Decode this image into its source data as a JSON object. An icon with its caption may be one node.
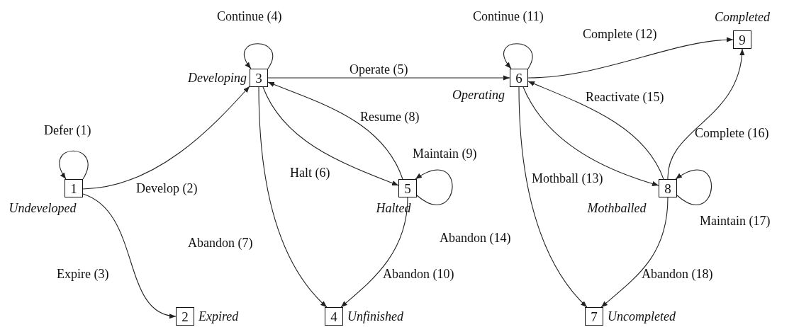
{
  "diagram": {
    "nodes": [
      {
        "text": [
          "1"
        ],
        "beside": [
          "Undeveloped"
        ]
      },
      {
        "text": [
          "2"
        ],
        "beside": [
          "Expired"
        ]
      },
      {
        "text": [
          "3"
        ],
        "beside": [
          "Developing"
        ]
      },
      {
        "text": [
          "4"
        ],
        "beside": [
          "Unfinished"
        ]
      },
      {
        "text": [
          "5"
        ],
        "beside": [
          "Halted"
        ]
      },
      {
        "text": [
          "6"
        ],
        "beside": [
          "Operating"
        ]
      },
      {
        "text": [
          "7"
        ],
        "beside": [
          "Uncompleted"
        ]
      },
      {
        "text": [
          "8"
        ],
        "beside": [
          "Mothballed"
        ]
      },
      {
        "text": [
          "9"
        ],
        "beside": [
          "Completed"
        ]
      }
    ],
    "edges": [
      {
        "from": 0,
        "to": 0,
        "arrow": "to",
        "label": "Defer (1)"
      },
      {
        "from": 0,
        "to": 2,
        "arrow": "to",
        "label": "Develop (2)"
      },
      {
        "from": 0,
        "to": 1,
        "arrow": "to",
        "label": "Expire (3)"
      },
      {
        "from": 2,
        "to": 2,
        "arrow": "to",
        "label": "Continue (4)"
      },
      {
        "from": 2,
        "to": 5,
        "arrow": "to",
        "label": "Operate (5)"
      },
      {
        "from": 2,
        "to": 4,
        "arrow": "to",
        "label": "Halt (6)"
      },
      {
        "from": 2,
        "to": 3,
        "arrow": "to",
        "label": "Abandon (7)"
      },
      {
        "from": 4,
        "to": 2,
        "arrow": "to",
        "label": "Resume (8)"
      },
      {
        "from": 4,
        "to": 4,
        "arrow": "to",
        "label": "Maintain (9)"
      },
      {
        "from": 4,
        "to": 3,
        "arrow": "to",
        "label": "Abandon (10)"
      },
      {
        "from": 5,
        "to": 5,
        "arrow": "to",
        "label": "Continue (11)"
      },
      {
        "from": 5,
        "to": 8,
        "arrow": "to",
        "label": "Complete (12)"
      },
      {
        "from": 5,
        "to": 7,
        "arrow": "to",
        "label": "Mothball (13)"
      },
      {
        "from": 5,
        "to": 6,
        "arrow": "to",
        "label": "Abandon (14)"
      },
      {
        "from": 7,
        "to": 5,
        "arrow": "to",
        "label": "Reactivate (15)"
      },
      {
        "from": 7,
        "to": 8,
        "arrow": "to",
        "label": "Complete (16)"
      },
      {
        "from": 7,
        "to": 7,
        "arrow": "to",
        "label": "Maintain (17)"
      },
      {
        "from": 7,
        "to": 6,
        "arrow": "to",
        "label": "Abandon (18)"
      }
    ]
  }
}
